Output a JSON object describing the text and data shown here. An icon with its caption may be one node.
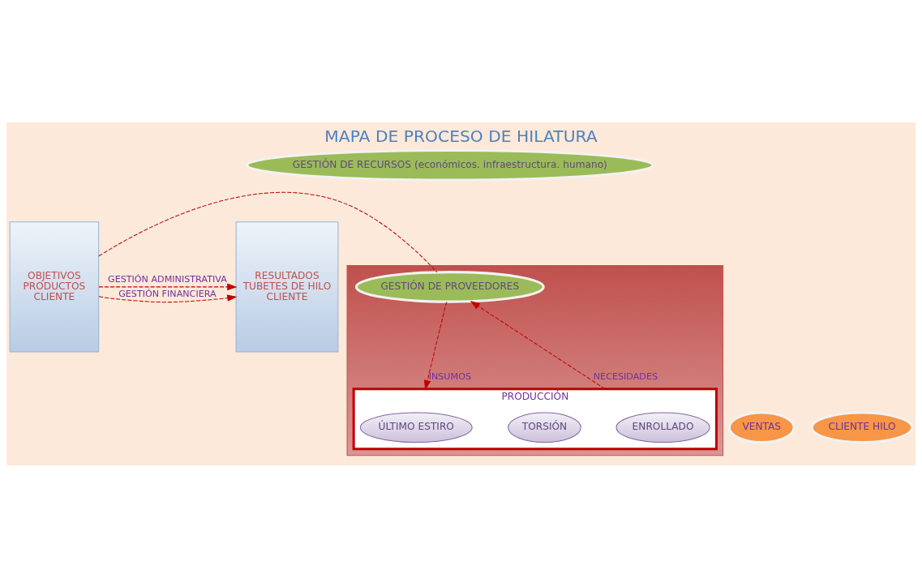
{
  "diagram": {
    "title": "MAPA DE PROCESO DE HILATURA",
    "nodes": [
      {
        "text": [
          "OBJETIVOS",
          "PRODUCTOS",
          "CLIENTE"
        ]
      },
      {
        "text": [
          "RESULTADOS",
          "TUBETES DE HILO",
          "CLIENTE"
        ]
      },
      {
        "text": [],
        "shape": "box"
      },
      {
        "text": [
          "GESTIÓN DE RECURSOS (económicos. infraestructura. humano)"
        ]
      },
      {
        "text": [
          "GESTIÓN DE PROVEEDORES"
        ],
        "in": 2
      },
      {
        "text": [
          "PRODUCCIÓN"
        ],
        "in": 2
      },
      {
        "text": [
          "VENTAS"
        ]
      },
      {
        "text": [
          "ÚLTIMO ESTIRO"
        ],
        "in": 5
      },
      {
        "text": [
          "TORSIÓN"
        ],
        "in": 5
      },
      {
        "text": [
          "ENROLLADO"
        ],
        "in": 5
      },
      {
        "text": [
          "CLIENTE HILO"
        ]
      }
    ],
    "edges": [
      {
        "from": 0,
        "to": 4,
        "arrow": "none",
        "style": "dashed"
      },
      {
        "from": 4,
        "to": 5,
        "arrow": "to",
        "label": "INSUMOS",
        "style": "dashed"
      },
      {
        "from": 5,
        "to": 4,
        "arrow": "to",
        "label": "NECESIDADES",
        "style": "dashed"
      },
      {
        "from": 0,
        "to": 1,
        "arrow": "to",
        "label": "GESTIÓN ADMINISTRATIVA",
        "style": "dashed"
      },
      {
        "from": 0,
        "to": 1,
        "arrow": "to",
        "label": "GESTIÓN FINANCIERA",
        "style": "dashed"
      }
    ]
  }
}
